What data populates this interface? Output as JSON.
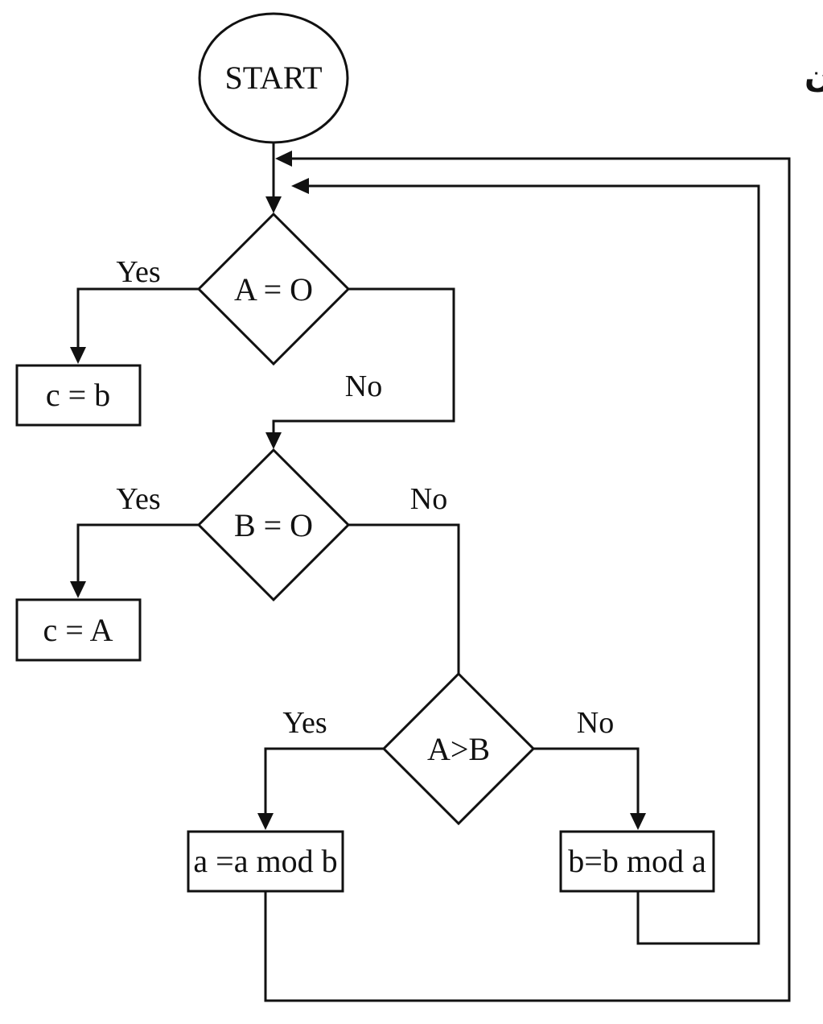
{
  "title": "الشكل (٢) مثال لمخطط جريان",
  "nodes": {
    "start": "START",
    "decision_a_zero": "A = O",
    "decision_b_zero": "B = O",
    "decision_a_gt_b": "A>B",
    "assign_c_b": "c = b",
    "assign_c_a": "c = A",
    "assign_a_mod": "a =a mod b",
    "assign_b_mod": "b=b mod a"
  },
  "edges": {
    "a_zero_yes": "Yes",
    "a_zero_no": "No",
    "b_zero_yes": "Yes",
    "b_zero_no": "No",
    "a_gt_b_yes": "Yes",
    "a_gt_b_no": "No"
  },
  "colors": {
    "stroke": "#111111",
    "background": "#ffffff"
  }
}
